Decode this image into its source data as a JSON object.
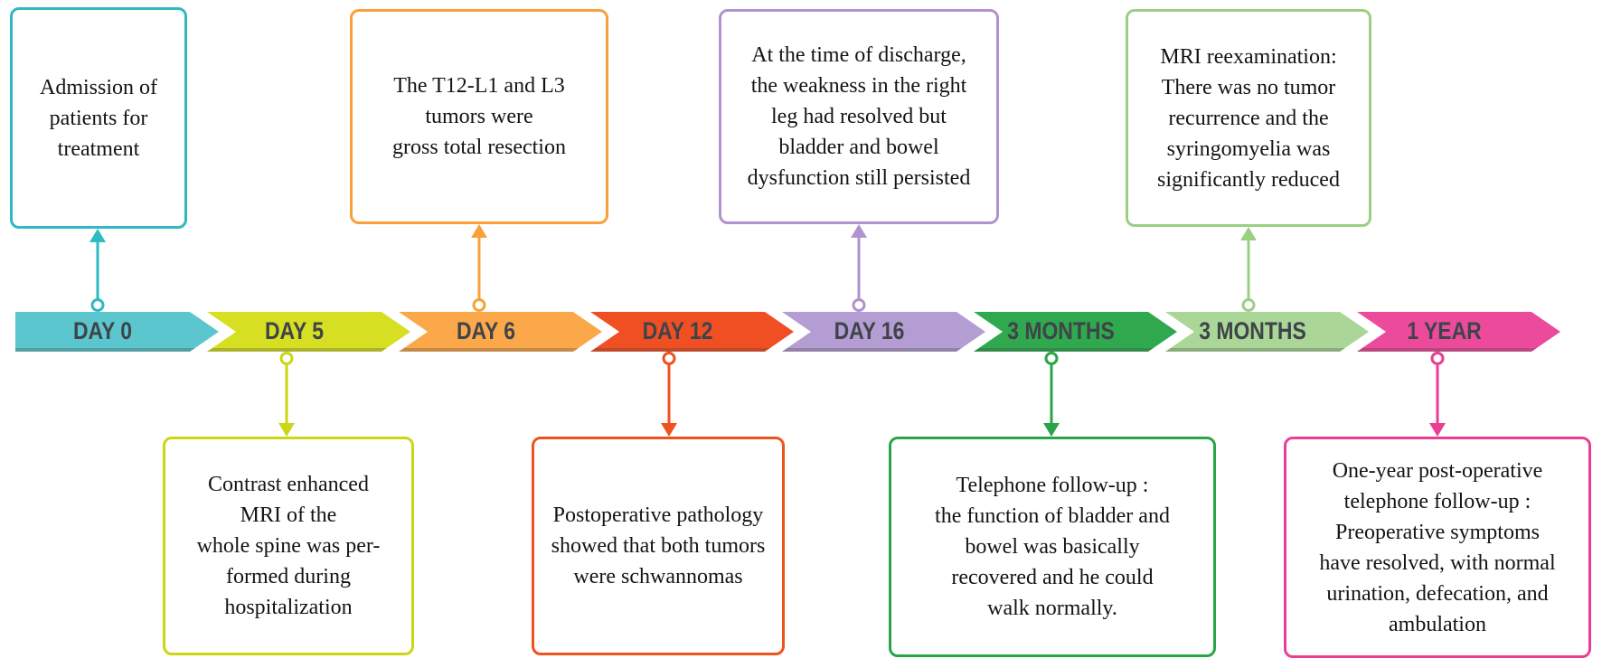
{
  "styles": {
    "background": "#FFFFFF",
    "chevron_label_color": "#3F434A",
    "note_text_color": "#141414"
  },
  "timeline": {
    "events": [
      {
        "id": "day-0",
        "label": "DAY 0",
        "fill": "#5BC6CD",
        "accent": "#2FB9C4",
        "side": "top",
        "note": "Admission of\npatients for\ntreatment"
      },
      {
        "id": "day-5",
        "label": "DAY 5",
        "fill": "#D7DF23",
        "accent": "#CBD714",
        "side": "bottom",
        "note": "Contrast enhanced\nMRI of the\nwhole spine was per-\nformed during\nhospitalization"
      },
      {
        "id": "day-6",
        "label": "DAY 6",
        "fill": "#FBA84A",
        "accent": "#F9A038",
        "side": "top",
        "note": "The T12-L1 and L3\ntumors were\ngross total resection"
      },
      {
        "id": "day-12",
        "label": "DAY 12",
        "fill": "#F04F24",
        "accent": "#EF511F",
        "side": "bottom",
        "note": "Postoperative pathology\nshowed that both tumors\nwere schwannomas"
      },
      {
        "id": "day-16",
        "label": "DAY 16",
        "fill": "#B49DD2",
        "accent": "#B093CE",
        "side": "top",
        "note": "At the time of discharge,\nthe weakness in the right\nleg had resolved but\nbladder and bowel\ndysfunction still persisted"
      },
      {
        "id": "3-months-followup",
        "label": "3 MONTHS",
        "fill": "#2FA84E",
        "accent": "#28A546",
        "side": "bottom",
        "note": "Telephone follow-up :\nthe function of bladder and\nbowel was basically\nrecovered and he could\nwalk normally."
      },
      {
        "id": "3-months-mri",
        "label": "3 MONTHS",
        "fill": "#AAD697",
        "accent": "#9BCF83",
        "side": "top",
        "note": "MRI reexamination:\nThere was no tumor\nrecurrence and the\nsyringomyelia was\nsignificantly reduced"
      },
      {
        "id": "1-year",
        "label": "1 YEAR",
        "fill": "#EC4B9B",
        "accent": "#EA3E93",
        "side": "bottom",
        "note": "One-year post-operative\ntelephone follow-up :\nPreoperative symptoms\nhave resolved, with normal\nurination, defecation, and\nambulation"
      }
    ]
  }
}
